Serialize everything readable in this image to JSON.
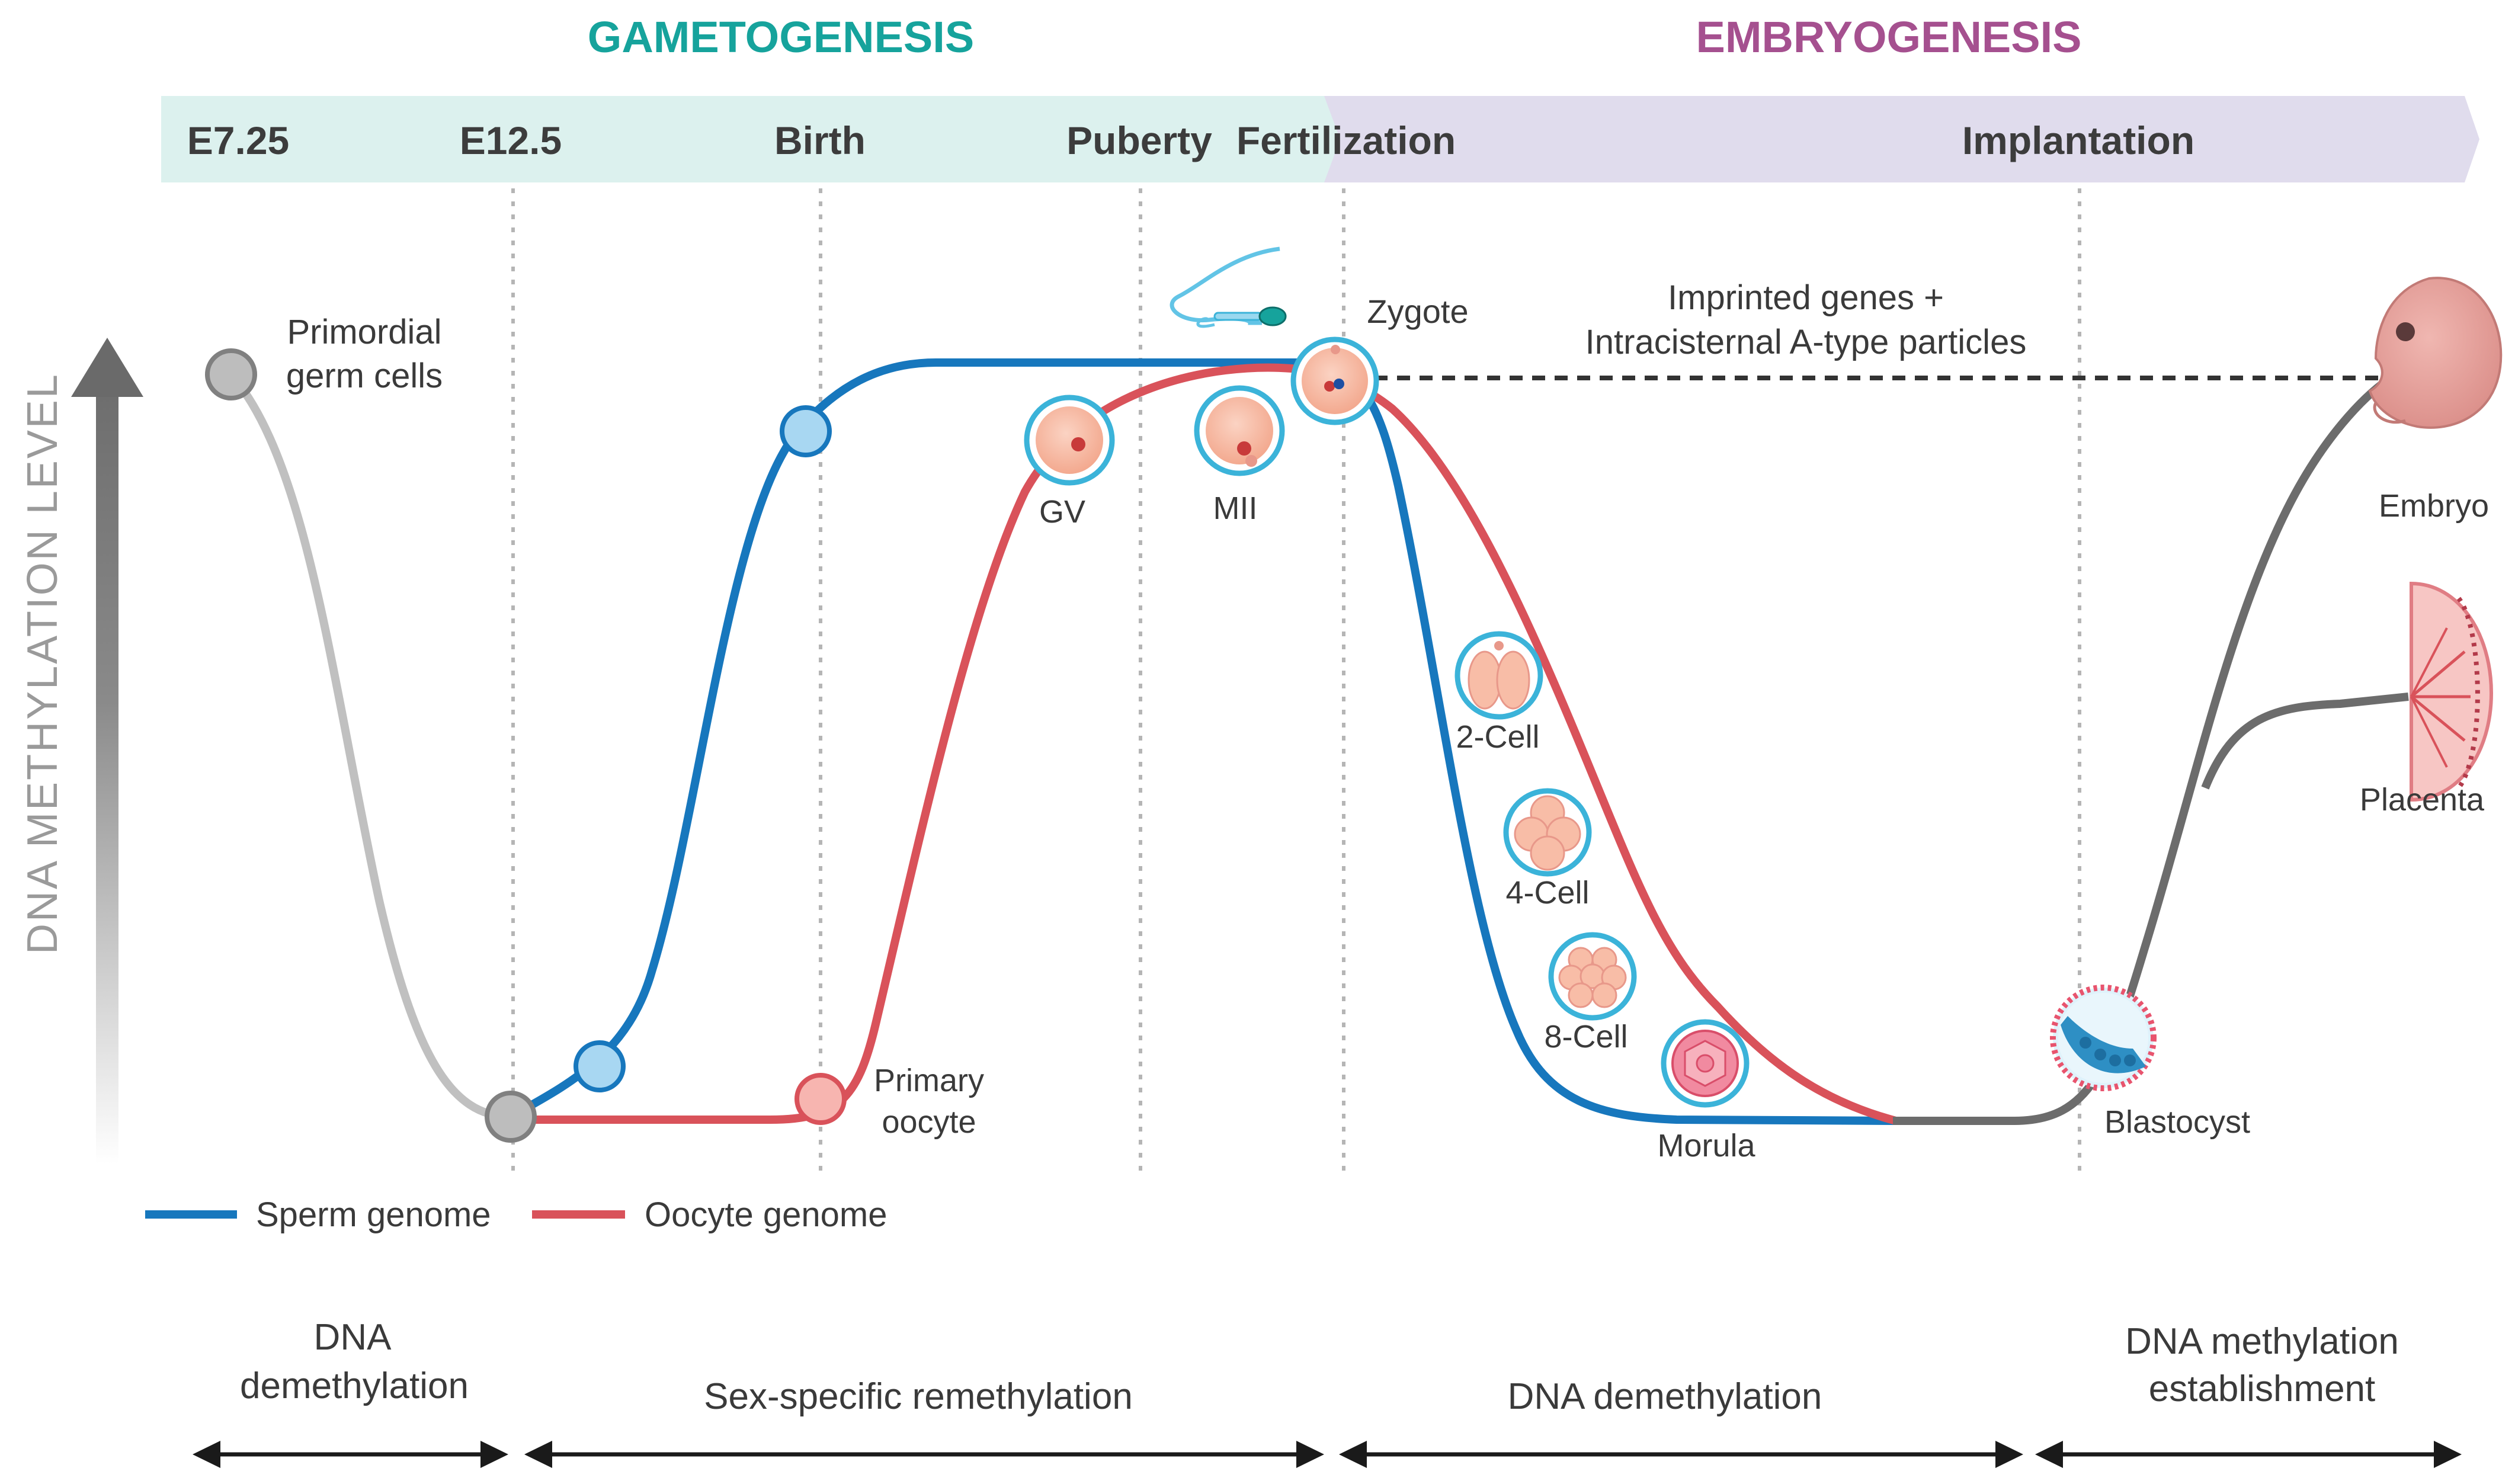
{
  "header": {
    "gametogenesis": "GAMETOGENESIS",
    "embryogenesis": "EMBRYOGENESIS",
    "gametogenesis_color": "#16a39c",
    "embryogenesis_color": "#a5508f"
  },
  "timeline": [
    "E7.25",
    "E12.5",
    "Birth",
    "Puberty",
    "Fertilization",
    "Implantation"
  ],
  "y_axis_label": "DNA METHYLATION LEVEL",
  "stages": {
    "primordial_line1": "Primordial",
    "primordial_line2": "germ cells",
    "gv": "GV",
    "mii": "MII",
    "zygote": "Zygote",
    "primary_line1": "Primary",
    "primary_line2": "oocyte",
    "two_cell": "2-Cell",
    "four_cell": "4-Cell",
    "eight_cell": "8-Cell",
    "morula": "Morula",
    "blastocyst": "Blastocyst",
    "embryo": "Embryo",
    "placenta": "Placenta"
  },
  "imprinted": {
    "line1": "Imprinted genes +",
    "line2": "Intracisternal A-type particles"
  },
  "legend": {
    "sperm": "Sperm genome",
    "oocyte": "Oocyte genome",
    "sperm_color": "#1777bd",
    "oocyte_color": "#d9525a"
  },
  "phases": {
    "demeth1_line1": "DNA",
    "demeth1_line2": "demethylation",
    "remeth": "Sex-specific remethylation",
    "demeth2": "DNA demethylation",
    "establish_line1": "DNA methylation",
    "establish_line2": "establishment"
  }
}
